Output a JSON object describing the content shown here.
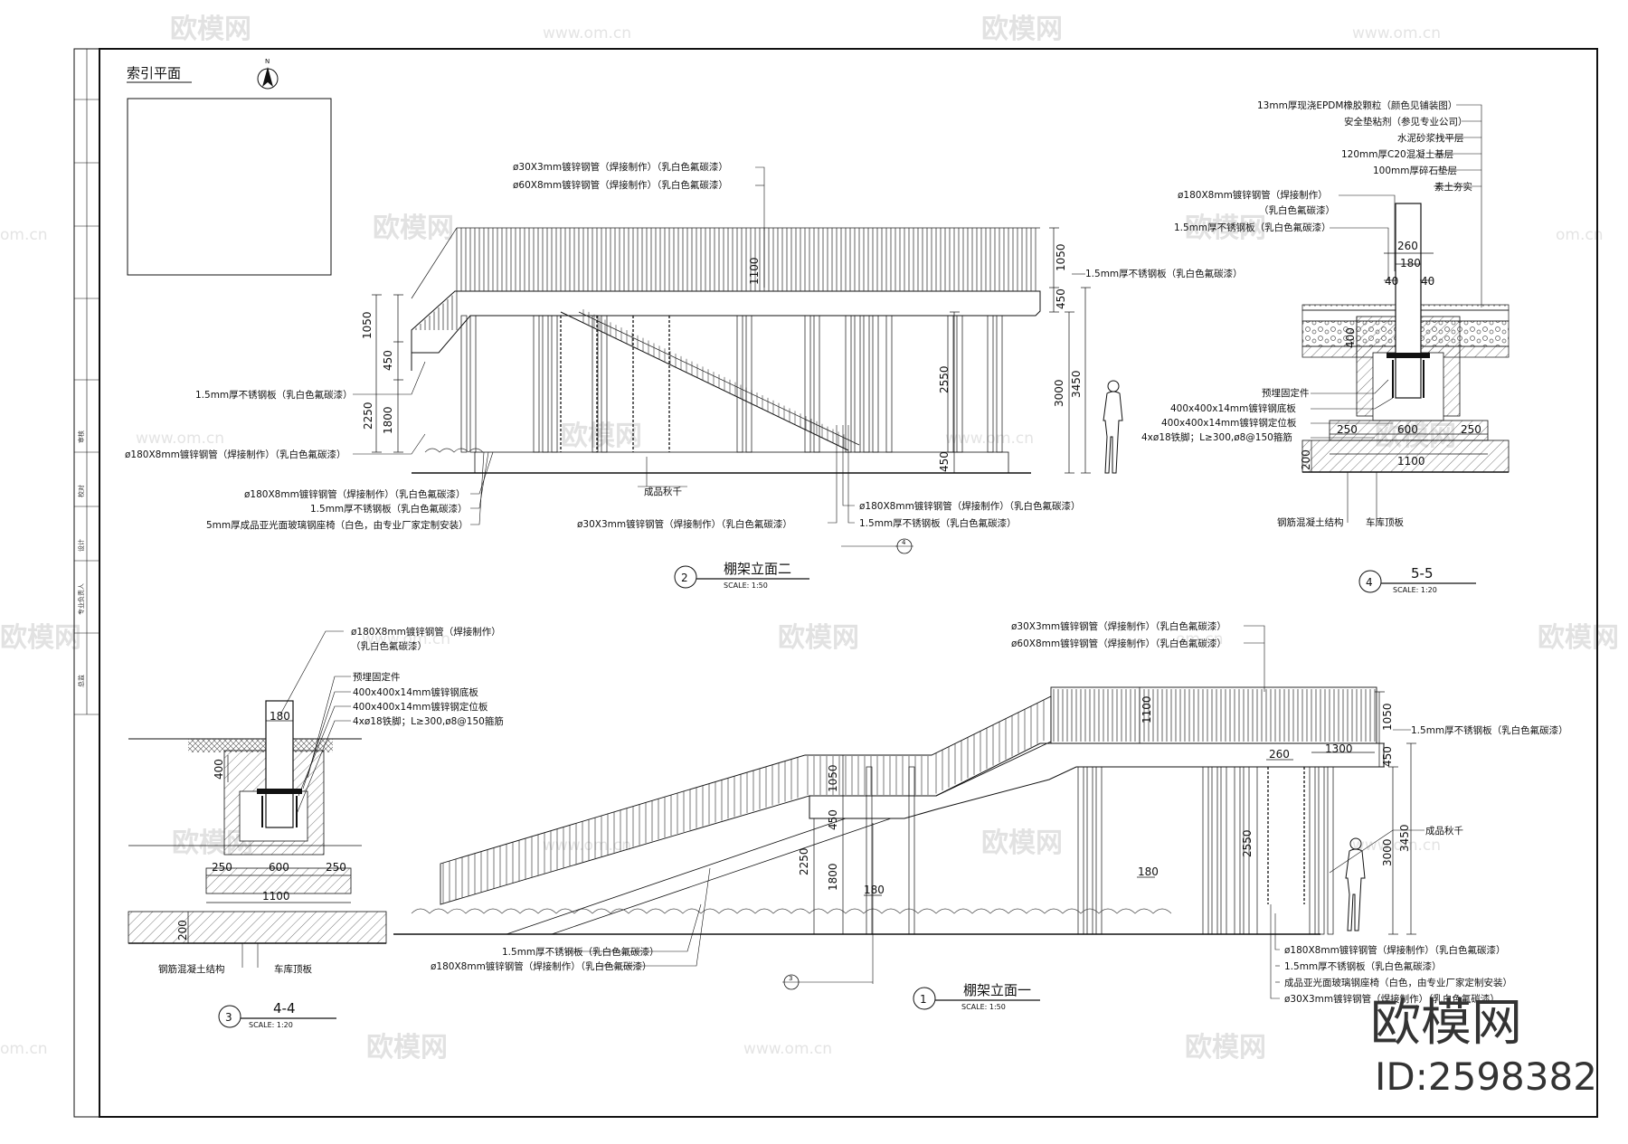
{
  "index_plan": {
    "title": "索引平面",
    "north": "N"
  },
  "sidebar": [
    "总监",
    "专业负责人",
    "设计",
    "校对",
    "审核"
  ],
  "watermark": {
    "brand": "欧模网",
    "url": "www.om.cn",
    "domain": "om.cn"
  },
  "brand": {
    "name": "欧模网",
    "id": "ID:2598382"
  },
  "views": {
    "elev2": {
      "num": "2",
      "title": "棚架立面二",
      "scale": "SCALE:  1:50"
    },
    "sec5": {
      "num": "4",
      "title": "5-5",
      "scale": "SCALE:  1:20"
    },
    "sec4": {
      "num": "3",
      "title": "4-4",
      "scale": "SCALE:  1:20"
    },
    "elev1": {
      "num": "1",
      "title": "棚架立面一",
      "scale": "SCALE:  1:50"
    }
  },
  "elev2": {
    "top_notes": [
      "ø30X3mm镀锌钢管（焊接制作）（乳白色氟碳漆）",
      "ø60X8mm镀锌钢管（焊接制作）（乳白色氟碳漆）"
    ],
    "right_note": "1.5mm厚不锈钢板（乳白色氟碳漆）",
    "left_notes": [
      "1.5mm厚不锈钢板（乳白色氟碳漆）",
      "ø180X8mm镀锌钢管（焊接制作）（乳白色氟碳漆）"
    ],
    "bottom_notes": [
      "ø180X8mm镀锌钢管（焊接制作）（乳白色氟碳漆）",
      "1.5mm厚不锈钢板（乳白色氟碳漆）",
      "5mm厚成品亚光面玻璃钢座椅（白色，由专业厂家定制安装）"
    ],
    "swing": "成品秋千",
    "bottom_center": "ø30X3mm镀锌钢管（焊接制作）（乳白色氟碳漆）",
    "bottom_right": [
      "ø180X8mm镀锌钢管（焊接制作）（乳白色氟碳漆）",
      "1.5mm厚不锈钢板（乳白色氟碳漆）"
    ],
    "section_mark": "4",
    "dims": {
      "d1050l": "1050",
      "d450l": "450",
      "d2250": "2250",
      "d1800": "1800",
      "d1100": "1100",
      "d1050r": "1050",
      "d450r": "450",
      "d2550": "2550",
      "d450b": "450",
      "d3000": "3000",
      "d3450": "3450"
    }
  },
  "sec5": {
    "layers": [
      "13mm厚现浇EPDM橡胶颗粒（颜色见铺装图）",
      "安全垫粘剂（参见专业公司）",
      "水泥砂浆找平层",
      "120mm厚C20混凝土基层",
      "100mm厚碎石垫层",
      "素土夯实"
    ],
    "pipe": [
      "ø180X8mm镀锌钢管（焊接制作）",
      "（乳白色氟碳漆）",
      "1.5mm厚不锈钢板（乳白色氟碳漆）"
    ],
    "embed": [
      "预埋固定件",
      "400x400x14mm镀锌钢底板",
      "400x400x14mm镀锌钢定位板",
      "4xø18铁脚；L≥300,ø8@150箍筋"
    ],
    "bottom": [
      "钢筋混凝土结构",
      "车库顶板"
    ],
    "dims": {
      "d260": "260",
      "d180": "180",
      "d40a": "40",
      "d40b": "40",
      "d400": "400",
      "d250a": "250",
      "d600": "600",
      "d250b": "250",
      "d1100": "1100",
      "d200": "200"
    }
  },
  "sec4": {
    "pipe": [
      "ø180X8mm镀锌钢管（焊接制作）",
      "（乳白色氟碳漆）"
    ],
    "embed": [
      "预埋固定件",
      "400x400x14mm镀锌钢底板",
      "400x400x14mm镀锌钢定位板",
      "4xø18铁脚；L≥300,ø8@150箍筋"
    ],
    "bottom": [
      "钢筋混凝土结构",
      "车库顶板"
    ],
    "dims": {
      "d180": "180",
      "d400": "400",
      "d250a": "250",
      "d600": "600",
      "d250b": "250",
      "d1100": "1100",
      "d200": "200"
    }
  },
  "elev1": {
    "top_notes": [
      "ø30X3mm镀锌钢管（焊接制作）（乳白色氟碳漆）",
      "ø60X8mm镀锌钢管（焊接制作）（乳白色氟碳漆）"
    ],
    "right_note": "1.5mm厚不锈钢板（乳白色氟碳漆）",
    "swing": "成品秋千",
    "bl_notes": [
      "1.5mm厚不锈钢板（乳白色氟碳漆）",
      "ø180X8mm镀锌钢管（焊接制作）（乳白色氟碳漆）"
    ],
    "br_notes": [
      "ø180X8mm镀锌钢管（焊接制作）（乳白色氟碳漆）",
      "1.5mm厚不锈钢板（乳白色氟碳漆）",
      "成品亚光面玻璃钢座椅（白色，由专业厂家定制安装）",
      "ø30X3mm镀锌钢管（焊接制作）（乳白色氟碳漆）"
    ],
    "section_mark": "3",
    "dims": {
      "d1100": "1100",
      "d1050": "1050",
      "d260": "260",
      "d1300": "1300",
      "d450r": "450",
      "d1050m": "1050",
      "d450m": "450",
      "d2250": "2250",
      "d1800": "1800",
      "d180a": "180",
      "d2550": "2550",
      "d180b": "180",
      "d3000": "3000",
      "d3450": "3450"
    }
  }
}
